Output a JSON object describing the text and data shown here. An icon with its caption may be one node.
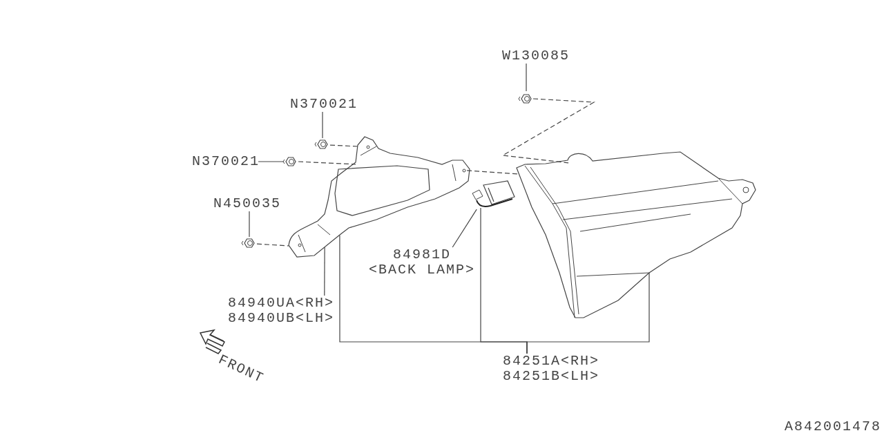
{
  "diagram": {
    "nodes": [
      {
        "text": [
          "W130085"
        ]
      },
      {
        "text": [],
        "shape": "picture"
      },
      {
        "text": [
          "N370021"
        ]
      },
      {
        "text": [],
        "shape": "picture"
      },
      {
        "text": [
          "N370021"
        ]
      },
      {
        "text": [],
        "shape": "picture"
      },
      {
        "text": [
          "N450035"
        ]
      },
      {
        "text": [],
        "shape": "picture"
      },
      {
        "text": [],
        "shape": "picture"
      },
      {
        "text": [
          "84981D <BACK LAMP>"
        ]
      },
      {
        "text": [],
        "shape": "picture"
      },
      {
        "text": [],
        "shape": "picture"
      },
      {
        "text": [
          "84940UA<RH> 84940UB<LH>"
        ]
      },
      {
        "text": [
          "84251A<RH> 84251B<LH>"
        ]
      }
    ],
    "edges": [
      {
        "from": 0,
        "to": 1,
        "arrow": "none"
      },
      {
        "from": 2,
        "to": 3,
        "arrow": "none"
      },
      {
        "from": 4,
        "to": 5,
        "arrow": "none"
      },
      {
        "from": 6,
        "to": 7,
        "arrow": "none"
      },
      {
        "from": 9,
        "to": 10,
        "arrow": "none"
      },
      {
        "from": 12,
        "to": 8,
        "arrow": "none"
      },
      {
        "from": 13,
        "to": 8,
        "arrow": "none"
      },
      {
        "from": 13,
        "to": 10,
        "arrow": "none"
      },
      {
        "from": 13,
        "to": 11,
        "arrow": "none"
      },
      {
        "from": 1,
        "to": 11,
        "arrow": "none",
        "style": "dashed"
      },
      {
        "from": 3,
        "to": 8,
        "arrow": "none",
        "style": "dashed"
      },
      {
        "from": 5,
        "to": 8,
        "arrow": "none",
        "style": "dashed"
      },
      {
        "from": 7,
        "to": 8,
        "arrow": "none",
        "style": "dashed"
      },
      {
        "from": 8,
        "to": 11,
        "arrow": "none",
        "style": "dashed"
      }
    ],
    "labels": [
      "FRONT",
      "A842001478"
    ]
  }
}
